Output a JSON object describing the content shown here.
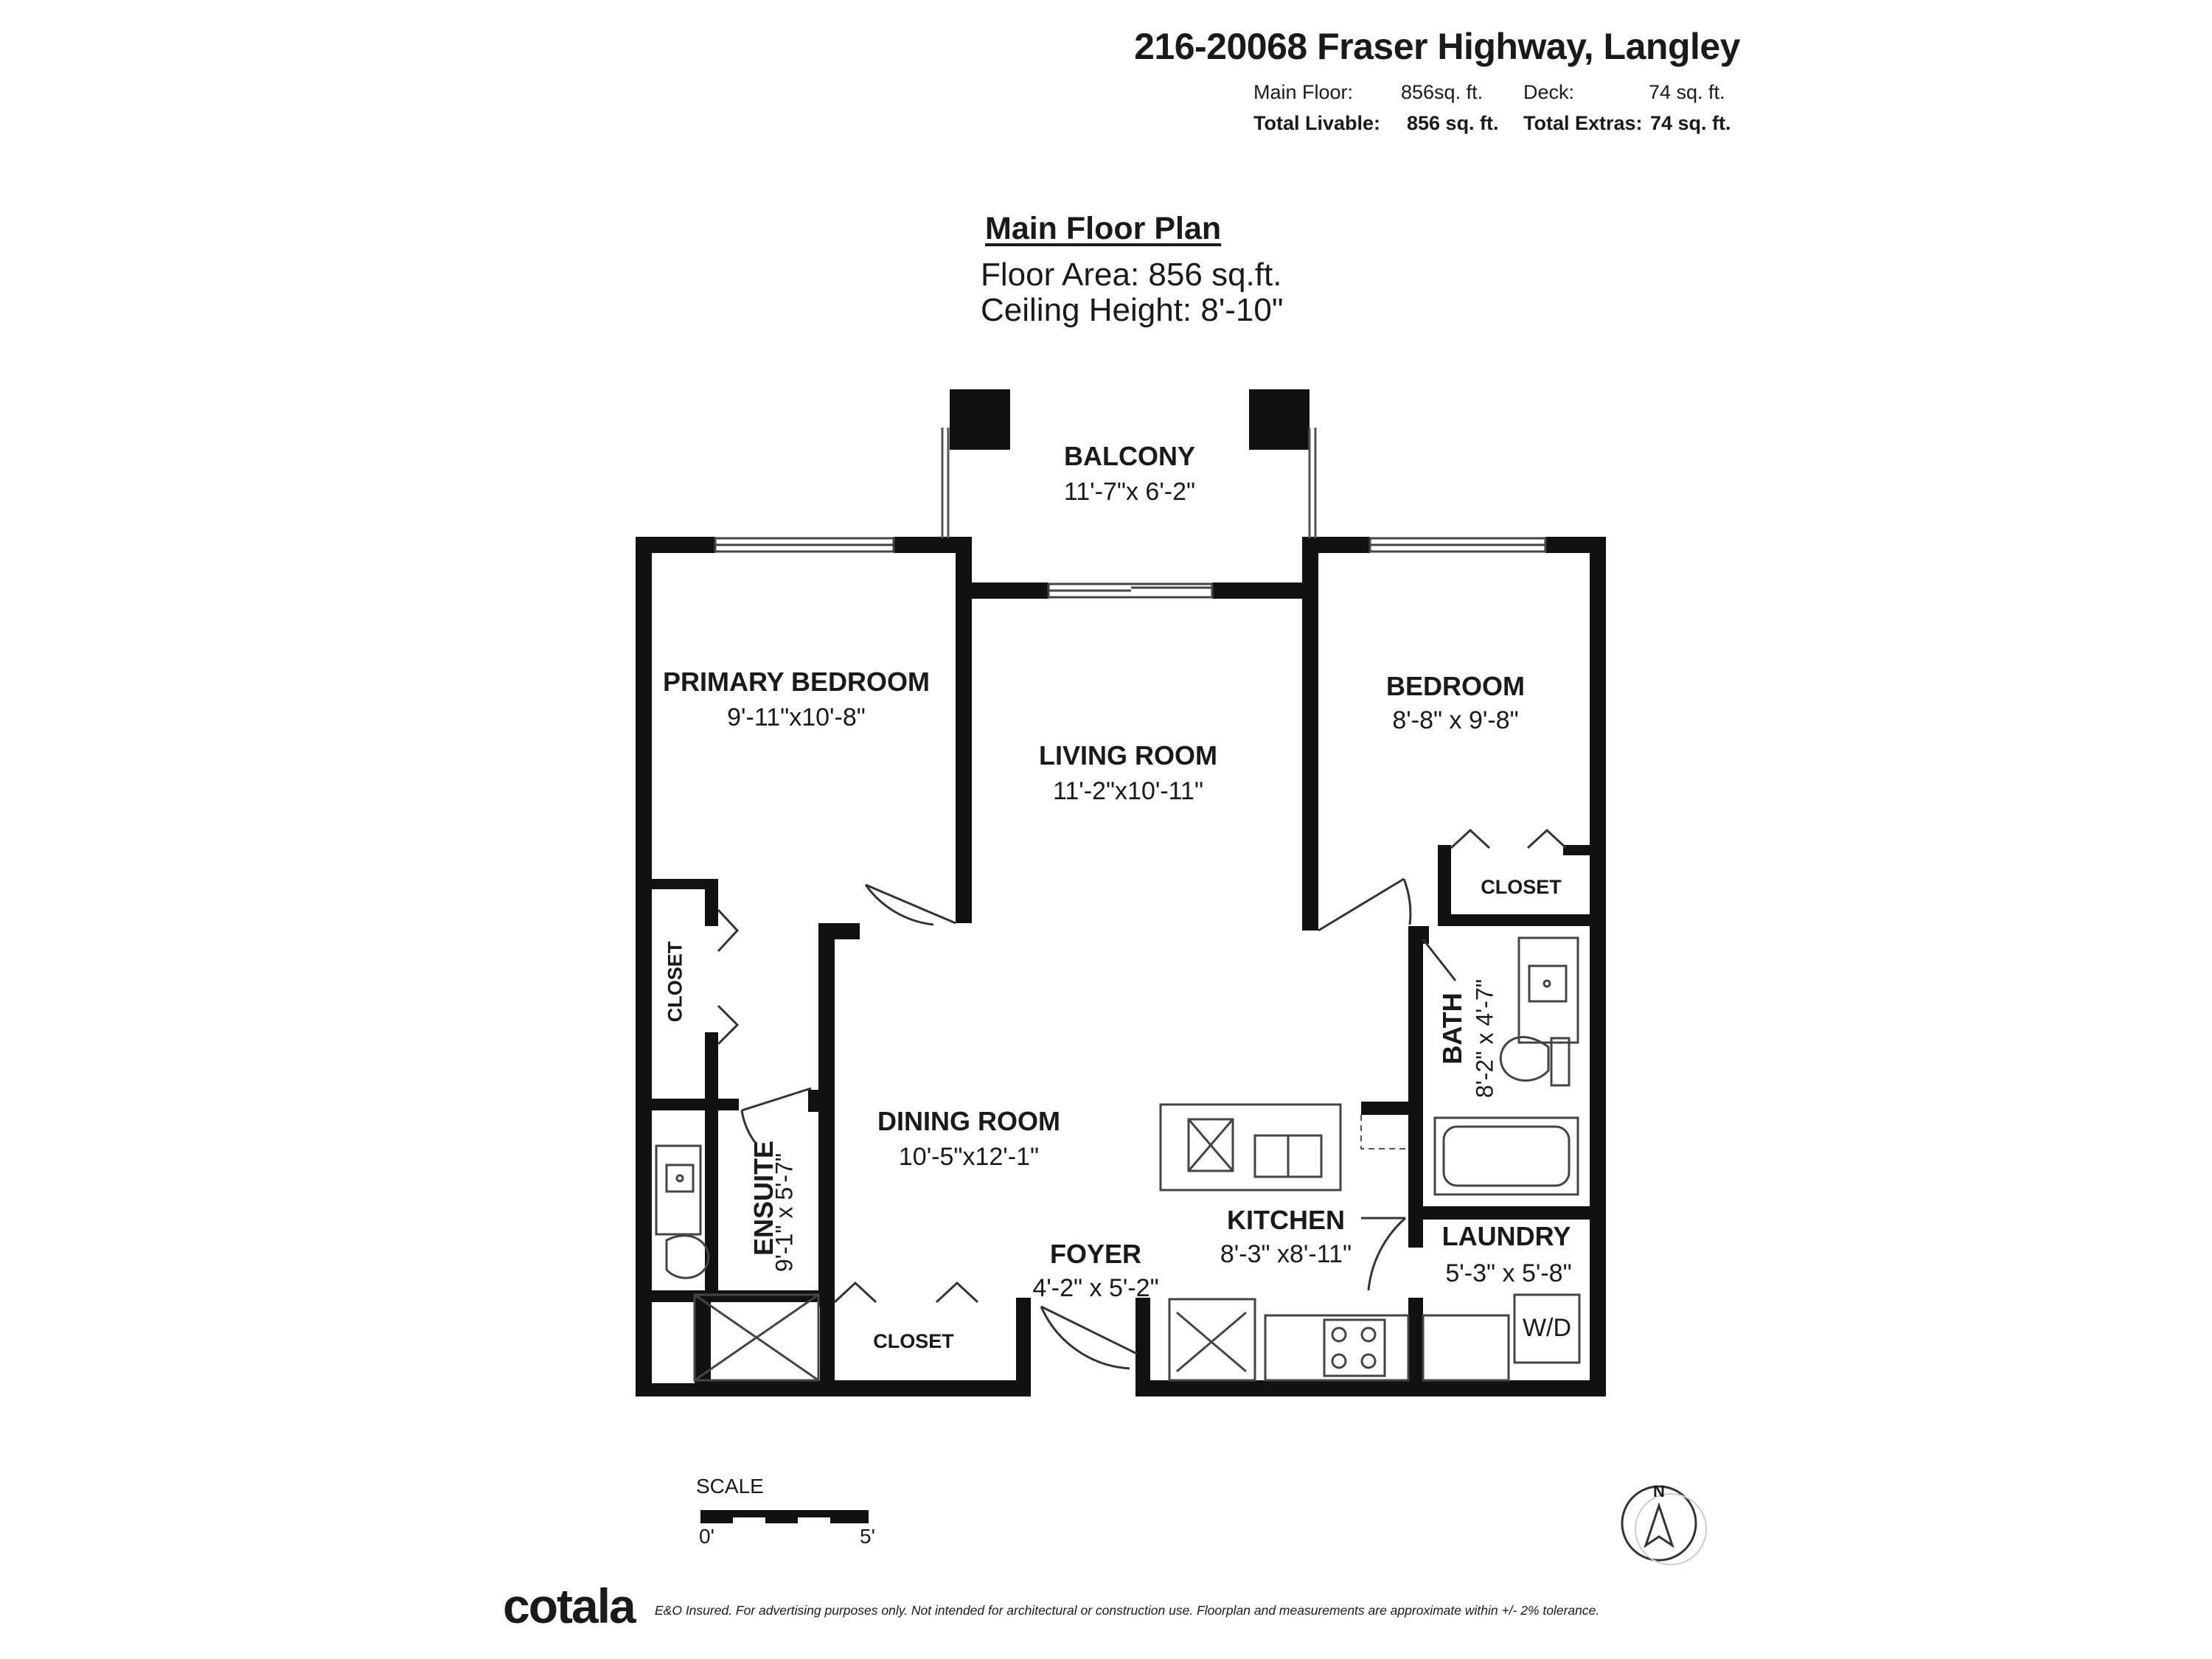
{
  "header": {
    "address": "216-20068 Fraser Highway, Langley",
    "main_floor_label": "Main Floor:",
    "main_floor_value": "856sq. ft.",
    "deck_label": "Deck:",
    "deck_value": "74 sq. ft.",
    "total_livable_label": "Total Livable:",
    "total_livable_value": "856 sq. ft.",
    "total_extras_label": "Total Extras:",
    "total_extras_value": "74 sq. ft."
  },
  "plan": {
    "title": "Main Floor Plan",
    "floor_area": "Floor Area: 856 sq.ft.",
    "ceiling_height": "Ceiling Height: 8'-10\""
  },
  "rooms": {
    "balcony": {
      "name": "BALCONY",
      "dims": "11'-7\"x  6'-2\""
    },
    "primary_bedroom": {
      "name": "PRIMARY BEDROOM",
      "dims": "9'-11\"x10'-8\""
    },
    "living_room": {
      "name": "LIVING ROOM",
      "dims": "11'-2\"x10'-11\""
    },
    "bedroom": {
      "name": "BEDROOM",
      "dims": "8'-8\"  x  9'-8\""
    },
    "closet_bedroom": {
      "name": "CLOSET"
    },
    "closet_primary": {
      "name": "CLOSET"
    },
    "bath": {
      "name": "BATH",
      "dims": "8'-2\"  x  4'-7\""
    },
    "dining_room": {
      "name": "DINING ROOM",
      "dims": "10'-5\"x12'-1\""
    },
    "ensuite": {
      "name": "ENSUITE",
      "dims": "9'-1\"  x  5'-7\""
    },
    "kitchen": {
      "name": "KITCHEN",
      "dims": "8'-3\"  x8'-11\""
    },
    "laundry": {
      "name": "LAUNDRY",
      "dims": "5'-3\"  x  5'-8\""
    },
    "foyer": {
      "name": "FOYER",
      "dims": "4'-2\"  x  5'-2\""
    },
    "closet_foyer": {
      "name": "CLOSET"
    },
    "washer_dryer": {
      "name": "W/D"
    }
  },
  "scale": {
    "label": "SCALE",
    "start": "0'",
    "end": "5'"
  },
  "compass": {
    "label": "N"
  },
  "footer": {
    "brand": "cotala",
    "disclaimer": "E&O Insured. For advertising purposes only. Not intended for architectural or construction use. Floorplan and measurements are approximate within +/- 2% tolerance."
  }
}
